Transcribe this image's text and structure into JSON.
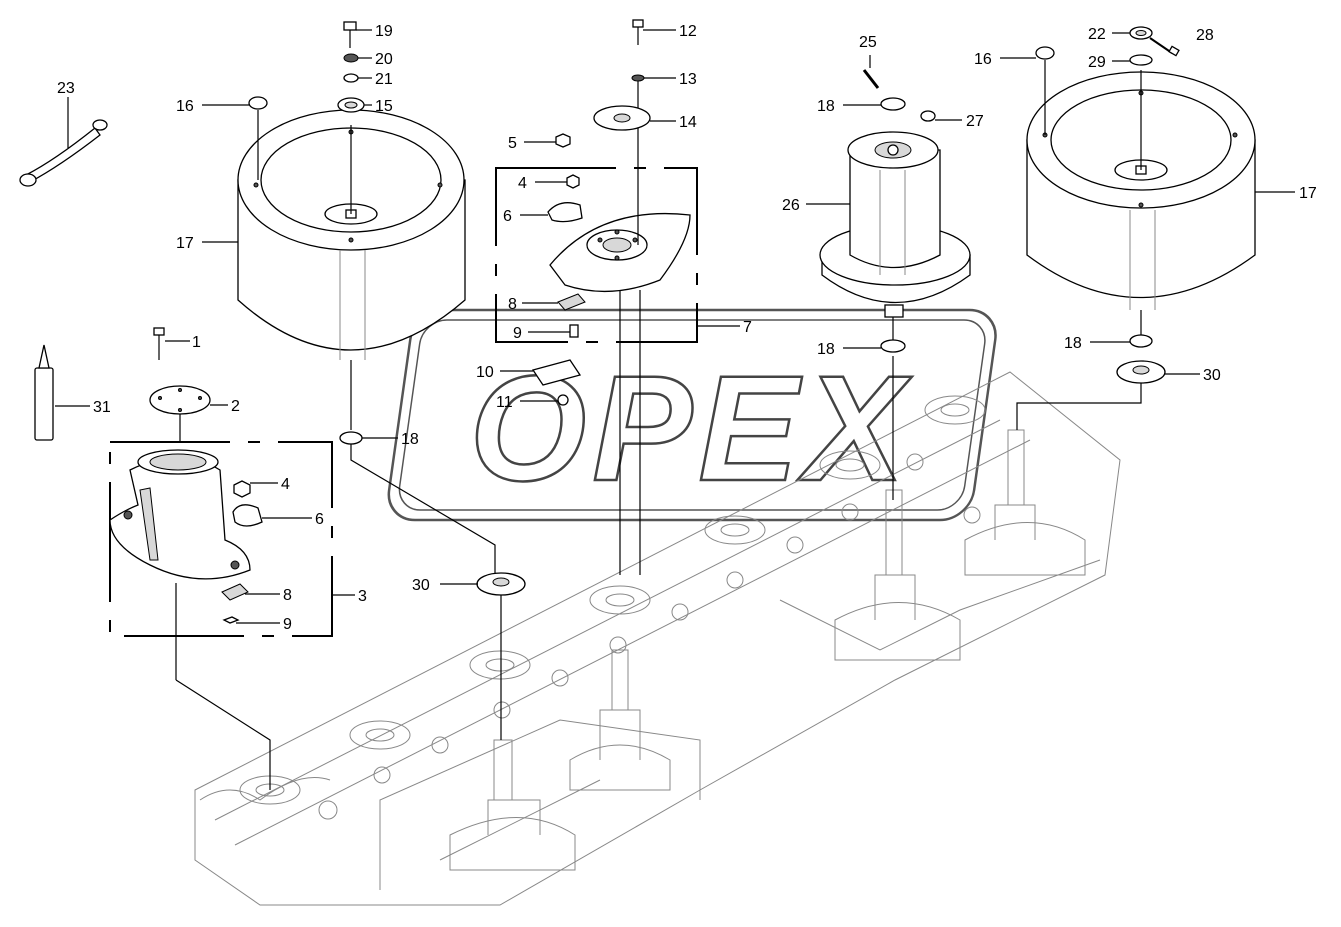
{
  "watermark": "OPEX",
  "callouts": [
    {
      "key": "c1",
      "label": "1"
    },
    {
      "key": "c2",
      "label": "2"
    },
    {
      "key": "c3",
      "label": "3"
    },
    {
      "key": "c4a",
      "label": "4"
    },
    {
      "key": "c4b",
      "label": "4"
    },
    {
      "key": "c5",
      "label": "5"
    },
    {
      "key": "c6a",
      "label": "6"
    },
    {
      "key": "c6b",
      "label": "6"
    },
    {
      "key": "c7",
      "label": "7"
    },
    {
      "key": "c8a",
      "label": "8"
    },
    {
      "key": "c8b",
      "label": "8"
    },
    {
      "key": "c9a",
      "label": "9"
    },
    {
      "key": "c9b",
      "label": "9"
    },
    {
      "key": "c10",
      "label": "10"
    },
    {
      "key": "c11",
      "label": "11"
    },
    {
      "key": "c12",
      "label": "12"
    },
    {
      "key": "c13",
      "label": "13"
    },
    {
      "key": "c14",
      "label": "14"
    },
    {
      "key": "c15",
      "label": "15"
    },
    {
      "key": "c16a",
      "label": "16"
    },
    {
      "key": "c16b",
      "label": "16"
    },
    {
      "key": "c17a",
      "label": "17"
    },
    {
      "key": "c17b",
      "label": "17"
    },
    {
      "key": "c18a",
      "label": "18"
    },
    {
      "key": "c18b",
      "label": "18"
    },
    {
      "key": "c18c",
      "label": "18"
    },
    {
      "key": "c18d",
      "label": "18"
    },
    {
      "key": "c19",
      "label": "19"
    },
    {
      "key": "c20",
      "label": "20"
    },
    {
      "key": "c21",
      "label": "21"
    },
    {
      "key": "c22",
      "label": "22"
    },
    {
      "key": "c23",
      "label": "23"
    },
    {
      "key": "c25",
      "label": "25"
    },
    {
      "key": "c26",
      "label": "26"
    },
    {
      "key": "c27",
      "label": "27"
    },
    {
      "key": "c28",
      "label": "28"
    },
    {
      "key": "c29",
      "label": "29"
    },
    {
      "key": "c30a",
      "label": "30"
    },
    {
      "key": "c30b",
      "label": "30"
    },
    {
      "key": "c31",
      "label": "31"
    }
  ]
}
